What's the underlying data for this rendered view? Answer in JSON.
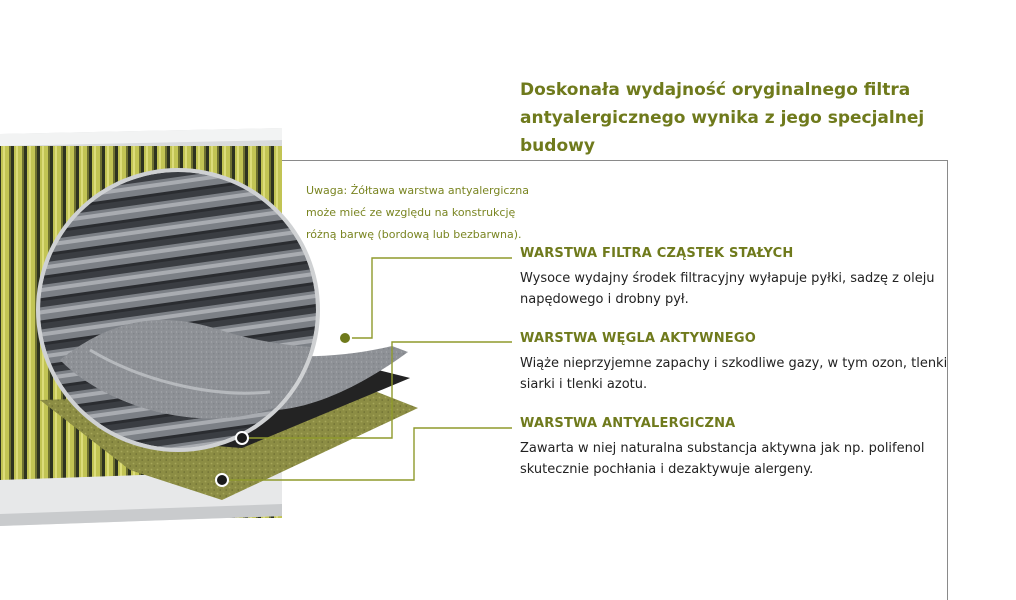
{
  "heading": "Doskonała wydajność oryginalnego filtra antyalergicznego wynika z jego specjalnej budowy",
  "note": "Uwaga: Żółtawa warstwa antyalergiczna może mieć ze względu na konstrukcję różną barwę (bordową lub bezbarwna).",
  "layers": [
    {
      "title": "WARSTWA FILTRA CZĄSTEK STAŁYCH",
      "description": "Wysoce wydajny środek filtracyjny wyłapuje pyłki, sadzę z oleju napędowego i drobny pył."
    },
    {
      "title": "WARSTWA WĘGLA AKTYWNEGO",
      "description": "Wiąże nieprzyjemne zapachy i szkodliwe gazy, w tym ozon, tlenki siarki i tlenki azotu."
    },
    {
      "title": "WARSTWA ANTYALERGICZNA",
      "description": "Zawarta w niej naturalna substancja aktywna jak np. polifenol skutecznie pochłania i dezaktywuje alergeny."
    }
  ],
  "colors": {
    "accent": "#6f7a1c",
    "filter_yellow": "#b9bb3c",
    "carbon_black": "#1e1e1e",
    "particle_grey": "#8f9398"
  }
}
